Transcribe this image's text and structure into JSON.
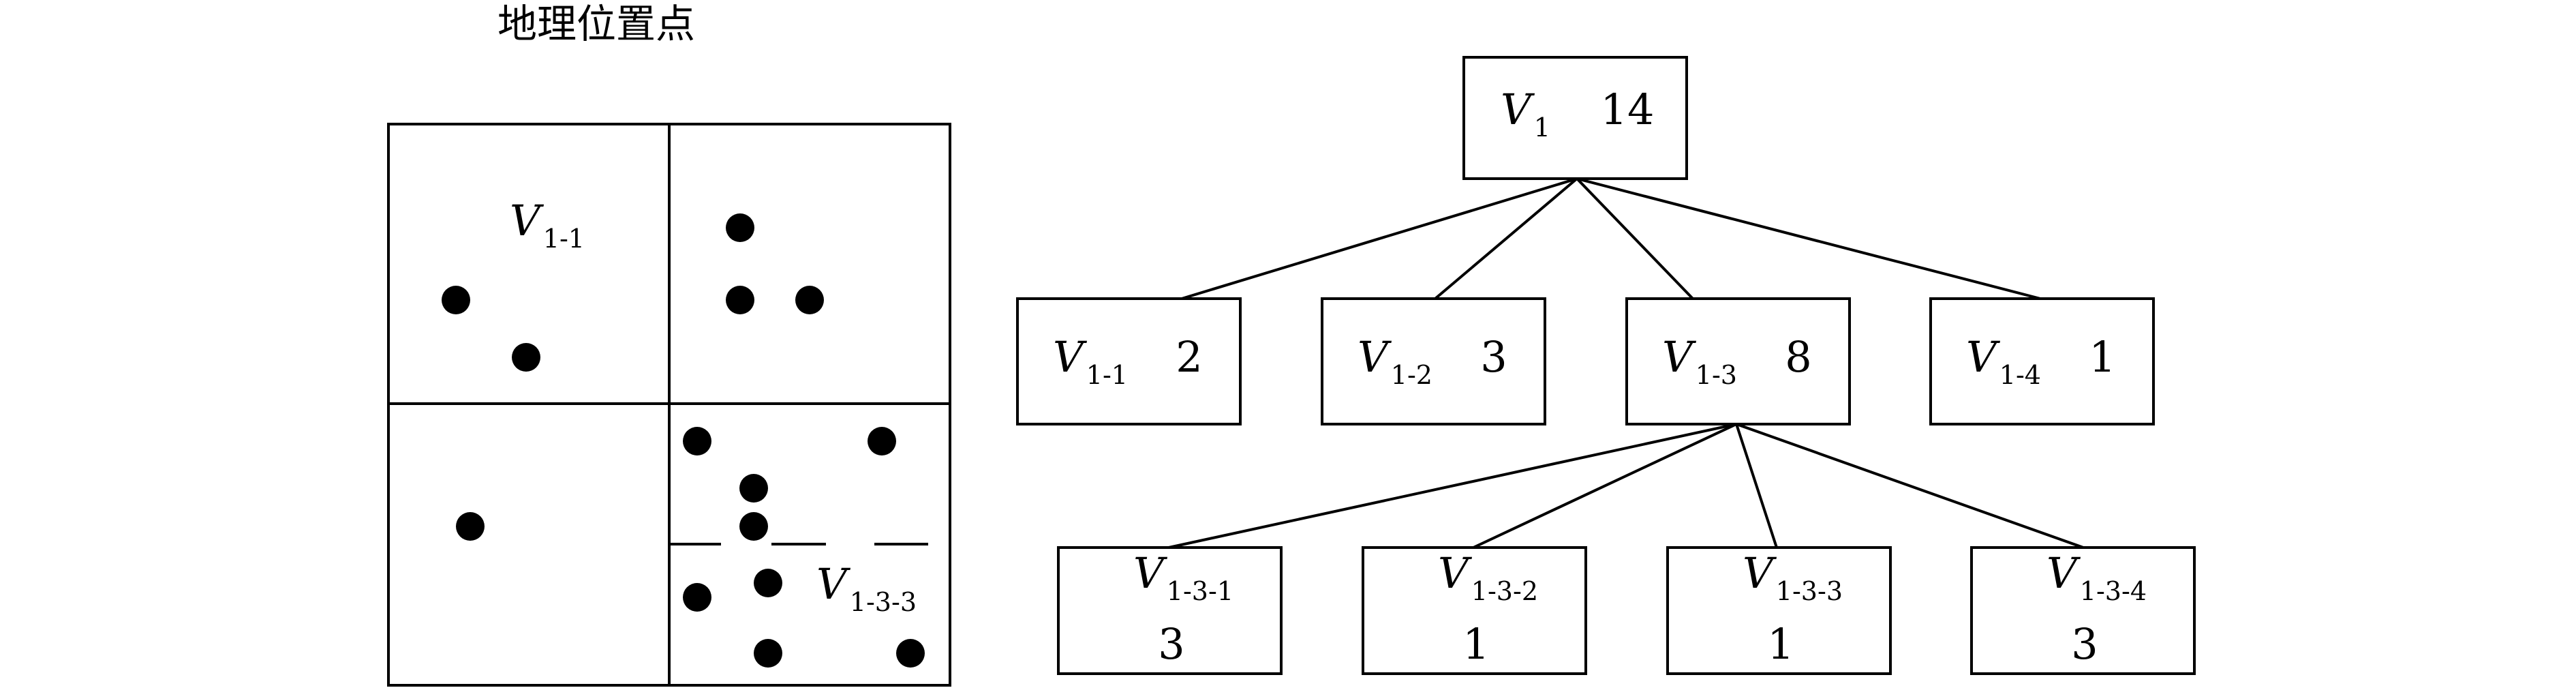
{
  "quadrant_panel": {
    "title": "地理位置点",
    "region_labels": {
      "v1_1": "V",
      "v1_1_sub": "1-1",
      "v1_3_3": "V",
      "v1_3_3_sub": "1-3-3"
    }
  },
  "tree": {
    "root": {
      "letter": "V",
      "sub": "1",
      "count": "14"
    },
    "level1": [
      {
        "letter": "V",
        "sub": "1-1",
        "count": "2"
      },
      {
        "letter": "V",
        "sub": "1-2",
        "count": "3"
      },
      {
        "letter": "V",
        "sub": "1-3",
        "count": "8"
      },
      {
        "letter": "V",
        "sub": "1-4",
        "count": "1"
      }
    ],
    "level2": [
      {
        "letter": "V",
        "sub": "1-3-1",
        "count": "3"
      },
      {
        "letter": "V",
        "sub": "1-3-2",
        "count": "1"
      },
      {
        "letter": "V",
        "sub": "1-3-3",
        "count": "1"
      },
      {
        "letter": "V",
        "sub": "1-3-4",
        "count": "3"
      }
    ]
  }
}
